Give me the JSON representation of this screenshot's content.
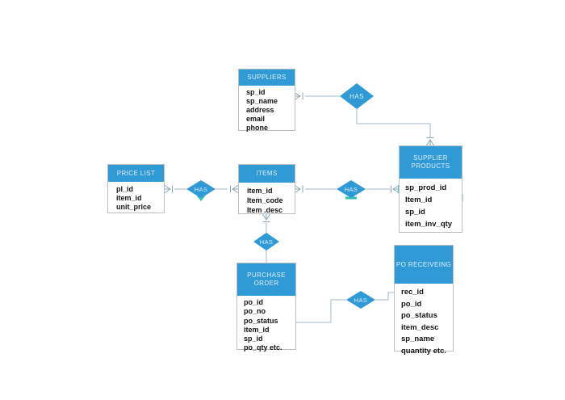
{
  "diagram": {
    "entities": [
      {
        "title": "SUPPLIERS",
        "fields": [
          "sp_id",
          "sp_name",
          "address",
          "email",
          "phone"
        ]
      },
      {
        "title": "PRICE LIST",
        "fields": [
          "pl_id",
          "item_id",
          "unit_price"
        ]
      },
      {
        "title": "ITEMS",
        "fields": [
          "item_id",
          "Item_code",
          "Item .desc"
        ]
      },
      {
        "title": "SUPPLIER PRODUCTS",
        "fields": [
          "sp_prod_id",
          "Item_id",
          "sp_id",
          "item_inv_qty"
        ]
      },
      {
        "title": "PURCHASE ORDER",
        "fields": [
          "po_id",
          "po_no",
          "po_status",
          "item_id",
          "sp_id",
          "po_qty etc."
        ]
      },
      {
        "title": "PO RECEIVEING",
        "fields": [
          "rec_id",
          "po_id",
          "po_status",
          "item_desc",
          "sp_name",
          "quantity etc."
        ]
      }
    ],
    "relationships": [
      {
        "label": "HAS"
      },
      {
        "label": "HAS"
      },
      {
        "label": "HAS"
      },
      {
        "label": "HAS"
      },
      {
        "label": "HAS"
      }
    ],
    "colors": {
      "shape_blue": "#2f9ad6",
      "header_text": "#ddeffa",
      "entity_border": "#b9c0c4",
      "connector_line": "#a3bac6",
      "crow_foot": "#8aa4b2",
      "handle_teal": "#2fc0b0"
    }
  }
}
